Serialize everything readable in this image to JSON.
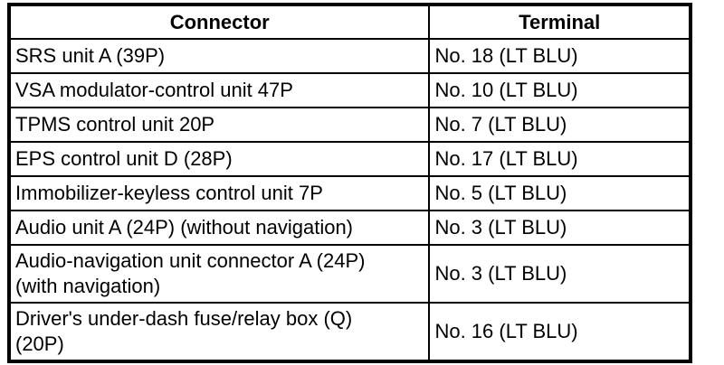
{
  "table": {
    "headers": [
      {
        "label": "Connector"
      },
      {
        "label": "Terminal"
      }
    ],
    "rows": [
      {
        "connector": "SRS unit A (39P)",
        "terminal": "No. 18 (LT BLU)"
      },
      {
        "connector": "VSA modulator-control unit 47P",
        "terminal": "No. 10 (LT BLU)"
      },
      {
        "connector": "TPMS control unit 20P",
        "terminal": "No. 7 (LT BLU)"
      },
      {
        "connector": "EPS control unit D (28P)",
        "terminal": "No. 17 (LT BLU)"
      },
      {
        "connector": "Immobilizer-keyless control unit 7P",
        "terminal": "No. 5 (LT BLU)"
      },
      {
        "connector": "Audio unit A (24P) (without navigation)",
        "terminal": "No. 3 (LT BLU)"
      },
      {
        "connector": "Audio-navigation unit connector A (24P)\n(with navigation)",
        "terminal": "No. 3 (LT BLU)"
      },
      {
        "connector": "Driver's under-dash fuse/relay box (Q)\n(20P)",
        "terminal": "No. 16 (LT BLU)"
      }
    ],
    "colors": {
      "text": "#000000",
      "border": "#000000",
      "background": "#ffffff"
    }
  }
}
